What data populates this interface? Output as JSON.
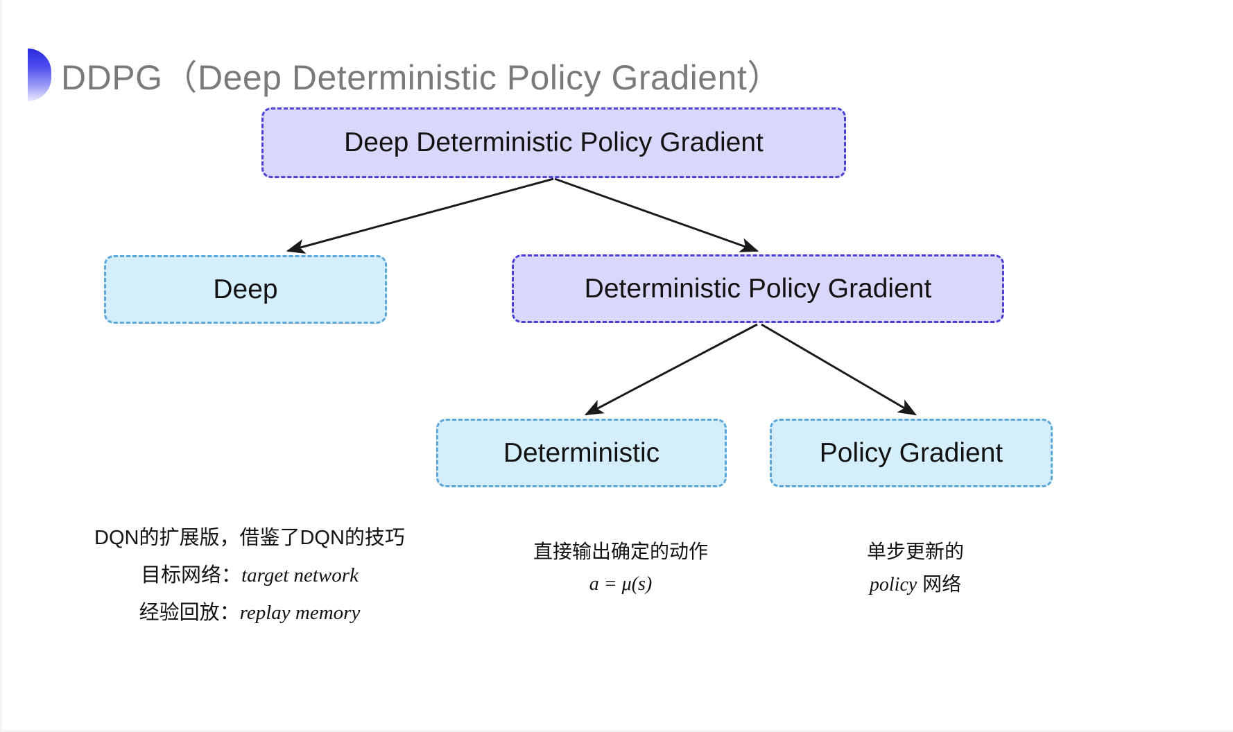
{
  "slide": {
    "title": "DDPG（Deep Deterministic Policy Gradient）",
    "bullet_icon": "half-circle-gradient-icon",
    "title_color": "#7a7a7a",
    "background": "#ffffff"
  },
  "colors": {
    "purple_fill": "#d9d8fb",
    "purple_border": "#4b40d6",
    "cyan_fill": "#d5eefb",
    "cyan_border": "#5aa6d8",
    "arrow": "#1a1a1a",
    "text": "#121212"
  },
  "diagram": {
    "type": "tree",
    "nodes": [
      {
        "id": "root",
        "label": "Deep Deterministic Policy Gradient",
        "style": "purple"
      },
      {
        "id": "deep",
        "label": "Deep",
        "style": "cyan"
      },
      {
        "id": "dpg",
        "label": "Deterministic Policy Gradient",
        "style": "purple"
      },
      {
        "id": "det",
        "label": "Deterministic",
        "style": "cyan"
      },
      {
        "id": "pg",
        "label": "Policy Gradient",
        "style": "cyan"
      }
    ],
    "edges": [
      {
        "from": "root",
        "to": "deep"
      },
      {
        "from": "root",
        "to": "dpg"
      },
      {
        "from": "dpg",
        "to": "det"
      },
      {
        "from": "dpg",
        "to": "pg"
      }
    ]
  },
  "notes": {
    "left": {
      "line1": "DQN的扩展版，借鉴了DQN的技巧",
      "line2_label": "目标网络：",
      "line2_term": "target network",
      "line3_label": "经验回放：",
      "line3_term": "replay memory"
    },
    "middle": {
      "line1": "直接输出确定的动作",
      "formula": "a = μ(s)"
    },
    "right": {
      "line1": "单步更新的",
      "line2_term": "policy",
      "line2_suffix": " 网络"
    }
  }
}
